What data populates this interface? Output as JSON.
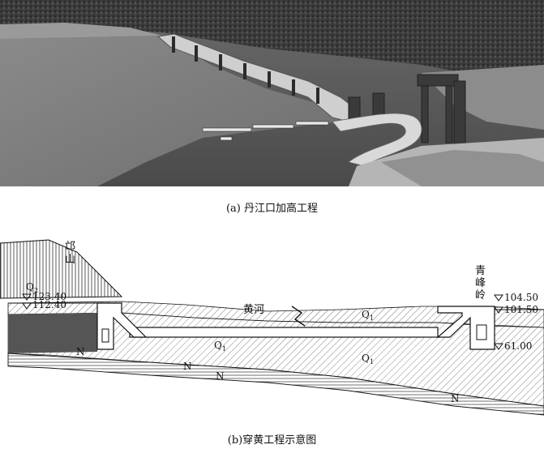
{
  "photo": {
    "description_icon": "dam-aerial-photo"
  },
  "captions": {
    "a": "(a) 丹江口加高工程",
    "b": "(b)穿黄工程示意图"
  },
  "section": {
    "mountain_left_line1": "邙",
    "mountain_left_line2": "山",
    "mountain_right_line1": "青",
    "mountain_right_line2": "峰",
    "mountain_right_line3": "岭",
    "river": "黄河",
    "q2": "Q",
    "q2_sub": "2",
    "q1": "Q",
    "q1_sub": "1",
    "n": "N",
    "elev_left_1": "123.40",
    "elev_left_2": "112.40",
    "elev_right_1": "104.50",
    "elev_right_2": "101.50",
    "elev_right_3": "61.00"
  },
  "colors": {
    "ink": "#111111",
    "water": "#7f7f7f",
    "hill": "#3a3a3a"
  }
}
